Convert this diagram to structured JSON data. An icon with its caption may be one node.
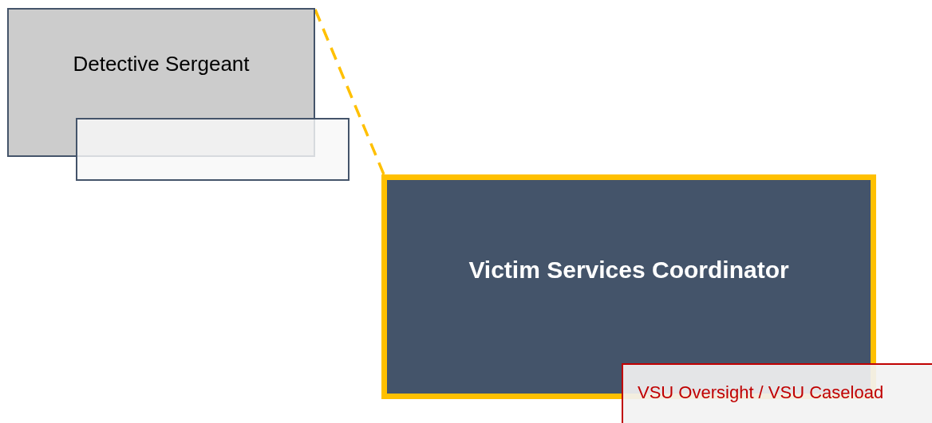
{
  "diagram": {
    "nodes": [
      {
        "text": [
          "Detective Sergeant"
        ]
      },
      {
        "text": [],
        "shape": "box"
      },
      {
        "text": [
          "Victim Services Coordinator"
        ]
      },
      {
        "text": [
          "VSU Oversight / VSU Caseload"
        ]
      }
    ],
    "edges": [
      {
        "from": 0,
        "to": 2,
        "arrow": "none",
        "style": "dashed",
        "color": "#ffc000"
      }
    ]
  }
}
